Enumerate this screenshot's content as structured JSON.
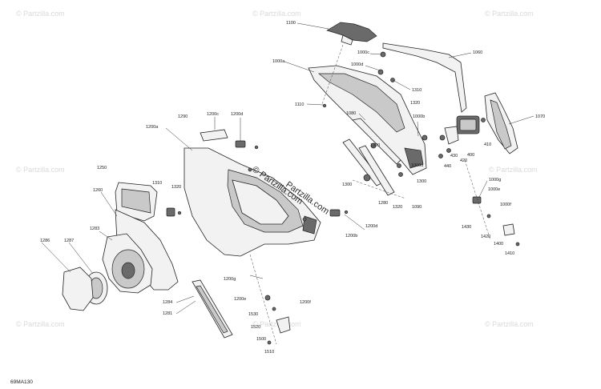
{
  "diagram_code": "69MA130",
  "watermarks": {
    "small": "© Partzilla.com",
    "center_1": "© Partzilla.com",
    "center_2": "Partzilla.com"
  },
  "labels": {
    "p1100": "1100",
    "p1000a": "1000a",
    "p1000c": "1000c",
    "p1000d": "1000d",
    "p1060": "1060",
    "p1310a": "1310",
    "p1320a": "1320",
    "p1110": "1110",
    "p1080": "1080",
    "p1000b": "1000b",
    "p1070": "1070",
    "p410": "410",
    "p400": "400",
    "p430": "430",
    "p420": "420",
    "p440": "440",
    "p1290": "1290",
    "p1200c": "1200c",
    "p1200d_top": "1200d",
    "p1200a": "1200a",
    "p1250": "1250",
    "p1310b": "1310",
    "p1320b": "1320",
    "p1260": "1260",
    "p1286": "1286",
    "p1287": "1287",
    "p1283": "1283",
    "p1320c": "1320",
    "p1000d_mid": "1000d",
    "p1300a": "1300",
    "p1300b": "1300",
    "p1280": "1280",
    "p1320d": "1320",
    "p1090": "1090",
    "p1200d_mid": "1200d",
    "p1200b": "1200b",
    "p1000g": "1000g",
    "p1000e": "1000e",
    "p1000f": "1000f",
    "p1430": "1430",
    "p1420": "1420",
    "p1400": "1400",
    "p1410": "1410",
    "p1200g": "1200g",
    "p1200e": "1200e",
    "p1200f": "1200f",
    "p1284": "1284",
    "p1281": "1281",
    "p1530": "1530",
    "p1520": "1520",
    "p1500": "1500",
    "p1510": "1510"
  }
}
